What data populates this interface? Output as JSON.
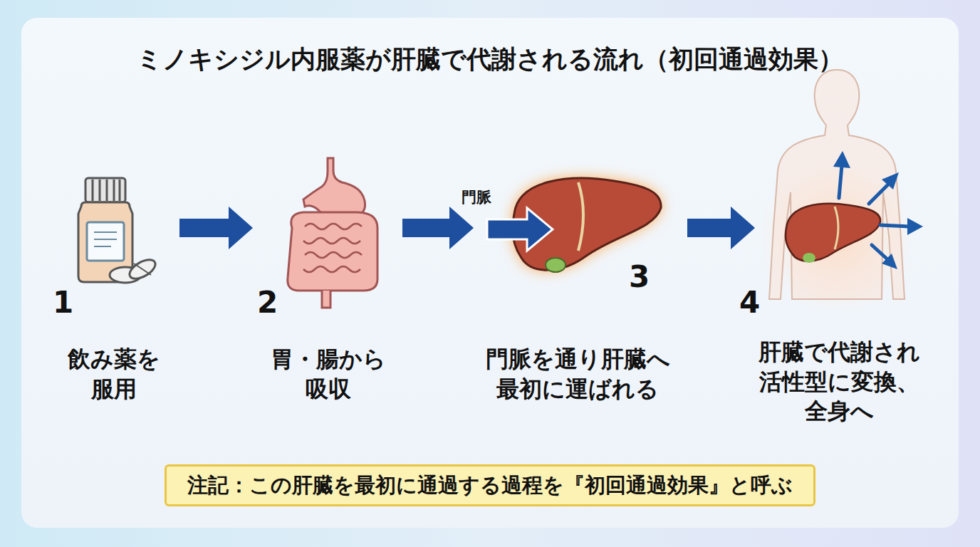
{
  "diagram": {
    "title": "ミノキシジル内服薬が肝臓で代謝される流れ（初回通過効果）",
    "nodes": [
      {
        "text": [
          "1",
          "飲み薬を 服用"
        ]
      },
      {
        "text": [
          "2",
          "胃・腸から 吸収"
        ]
      },
      {
        "text": [
          "3",
          "門脈を通り肝臓へ 最初に運ばれる"
        ]
      },
      {
        "text": [
          "4",
          "肝臓で代謝され 活性型に変換、 全身へ"
        ]
      },
      {
        "text": [
          "注記：この肝臓を最初に通過する過程を『初回通過効果』と呼ぶ"
        ]
      }
    ],
    "edges": [
      {
        "from": 0,
        "to": 1,
        "arrow": "to"
      },
      {
        "from": 1,
        "to": 2,
        "arrow": "to"
      },
      {
        "from": 2,
        "to": 3,
        "arrow": "to"
      }
    ],
    "labels": [
      "門脈"
    ]
  }
}
